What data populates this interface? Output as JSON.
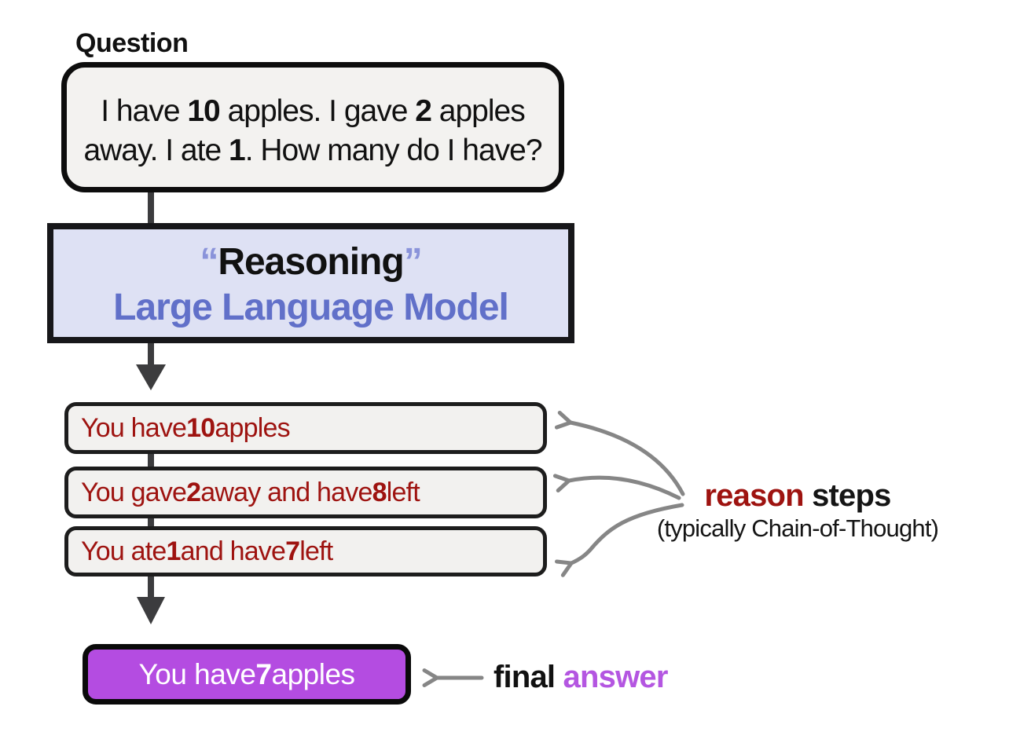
{
  "colors": {
    "ink": "#111111",
    "red": "#9e1310",
    "blue": "#6170c9",
    "blue_light": "#8a93da",
    "purple": "#b44ce1",
    "purple_text": "#b456e1",
    "arrow_gray": "#868686",
    "arrow_dark": "#3c3c3e",
    "box_bg": "#f2f1ef",
    "lavender": "#dee1f4",
    "border_dark": "#141414"
  },
  "question": {
    "label": "Question",
    "line1": [
      "I have ",
      "10",
      " apples. I gave ",
      "2",
      " apples"
    ],
    "line2": [
      "away. I ate ",
      "1",
      ". How many do I have?"
    ]
  },
  "llm": {
    "open_quote": "“",
    "title": "Reasoning",
    "close_quote": "”",
    "subtitle": "Large Language Model"
  },
  "steps": [
    {
      "parts": [
        "You have ",
        "10",
        " apples"
      ]
    },
    {
      "parts": [
        "You gave ",
        "2",
        " away and have ",
        "8",
        " left"
      ]
    },
    {
      "parts": [
        "You ate ",
        "1",
        " and have ",
        "7",
        " left"
      ]
    }
  ],
  "annotations": {
    "reason_steps": {
      "red": "reason",
      "black": " steps",
      "subtitle": "(typically Chain-of-Thought)"
    },
    "final_answer": {
      "black": "final",
      "purple": " answer"
    }
  },
  "final_box": {
    "parts": [
      "You have ",
      "7",
      " apples"
    ]
  }
}
